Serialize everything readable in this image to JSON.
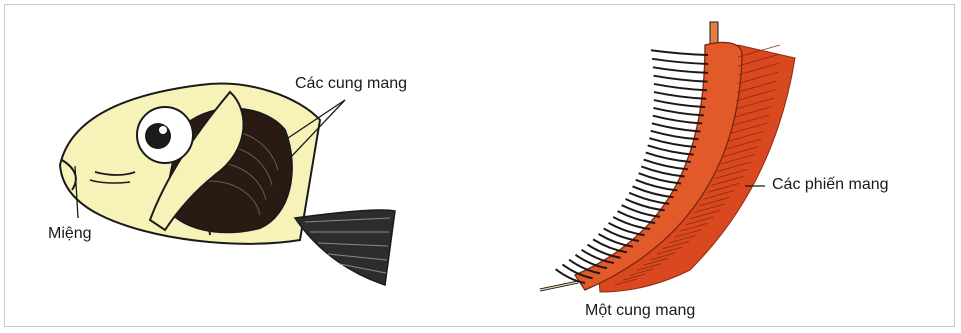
{
  "labels": {
    "gill_arches": "Các cung mang",
    "mouth": "Miệng",
    "gill_filaments": "Các phiến mang",
    "one_gill_arch": "Một cung mang"
  },
  "colors": {
    "fish_skin": "#f7f3b8",
    "gill_red": "#d9481f",
    "gill_dark": "#2a1a14",
    "outline": "#1a1a1a"
  }
}
